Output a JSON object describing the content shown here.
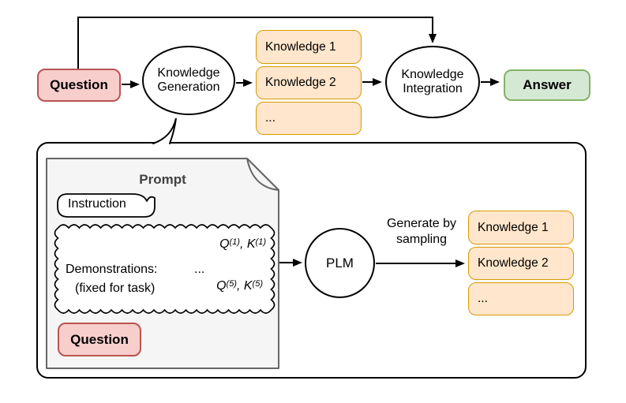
{
  "colors": {
    "question_fill": "#f8cecc",
    "question_stroke": "#b85450",
    "knowledge_fill": "#ffe6cc",
    "knowledge_stroke": "#d79b00",
    "answer_fill": "#d5e8d4",
    "answer_stroke": "#82b366",
    "prompt_panel_fill": "#f5f5f5",
    "prompt_panel_stroke": "#666666",
    "line_color": "#000000"
  },
  "top_flow": {
    "question_label": "Question",
    "generation_label": "Knowledge Generation",
    "knowledge_items": [
      "Knowledge 1",
      "Knowledge 2",
      "..."
    ],
    "integration_label": "Knowledge Integration",
    "answer_label": "Answer"
  },
  "generator_detail": {
    "prompt_title": "Prompt",
    "instruction_label": "Instruction",
    "demonstrations": {
      "label": "Demonstrations:",
      "ellipsis": "...",
      "fixed_note": "(fixed for task)",
      "q": "Q",
      "k": "K",
      "separator": ", ",
      "sup_first": "(1)",
      "sup_last": "(5)"
    },
    "question_label": "Question",
    "plm_label": "PLM",
    "arrow_label": [
      "Generate by",
      "sampling"
    ],
    "knowledge_items": [
      "Knowledge 1",
      "Knowledge 2",
      "..."
    ]
  }
}
